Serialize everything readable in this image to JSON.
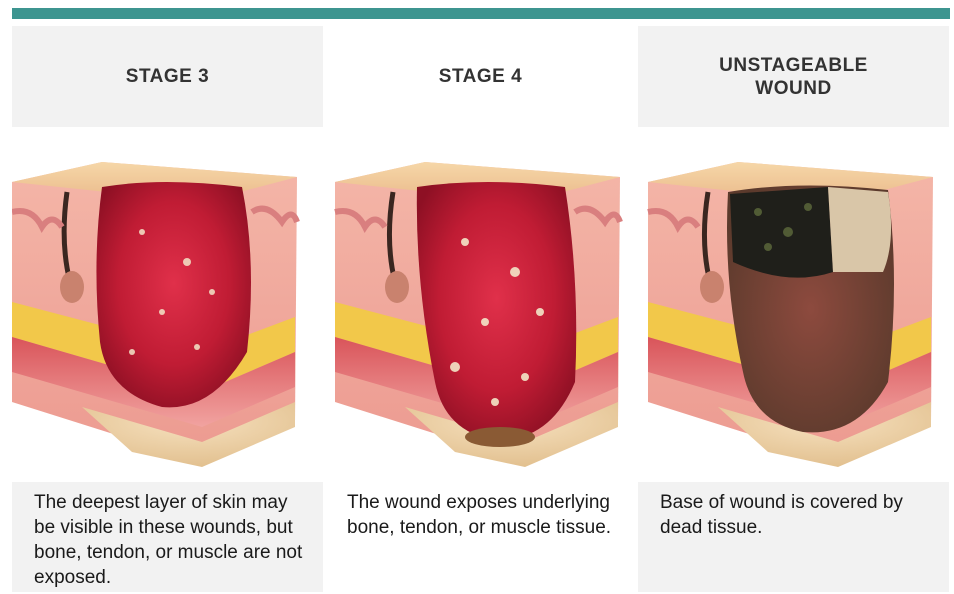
{
  "colors": {
    "top_bar": "#3d9590",
    "panel_bg": "#f2f2f2",
    "heading_text": "#333333"
  },
  "stages": [
    {
      "title": "STAGE 3",
      "description": "The deepest layer of skin may be visible in these wounds, but bone, tendon, or muscle are not exposed.",
      "illustration": "skin-cross-section-stage-3"
    },
    {
      "title": "STAGE 4",
      "description": "The wound exposes underlying bone, tendon, or muscle tissue.",
      "illustration": "skin-cross-section-stage-4"
    },
    {
      "title": "UNSTAGEABLE\nWOUND",
      "description": "Base of wound is covered by dead tissue.",
      "illustration": "skin-cross-section-unstageable"
    }
  ]
}
